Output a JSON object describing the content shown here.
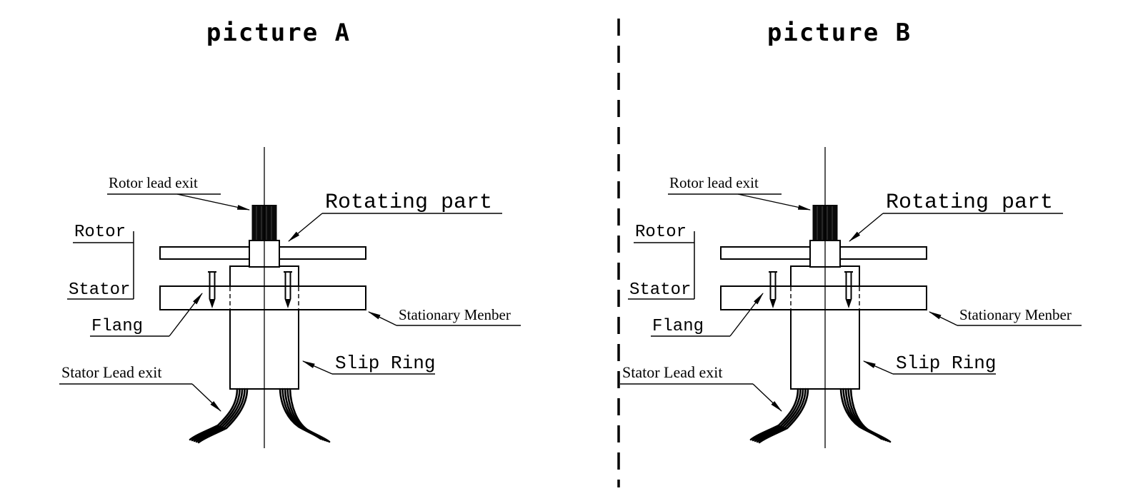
{
  "panels": [
    {
      "title": "picture A"
    },
    {
      "title": "picture B"
    }
  ],
  "labels": {
    "rotor_lead_exit": "Rotor lead exit",
    "rotating_part": "Rotating part",
    "rotor": "Rotor",
    "stator": "Stator",
    "flang": "Flang",
    "stationary_member": "Stationary Menber",
    "slip_ring": "Slip Ring",
    "stator_lead_exit": "Stator Lead exit"
  },
  "colors": {
    "line": "#000000",
    "background": "#ffffff",
    "shaft_fill": "#0a0a0a"
  }
}
